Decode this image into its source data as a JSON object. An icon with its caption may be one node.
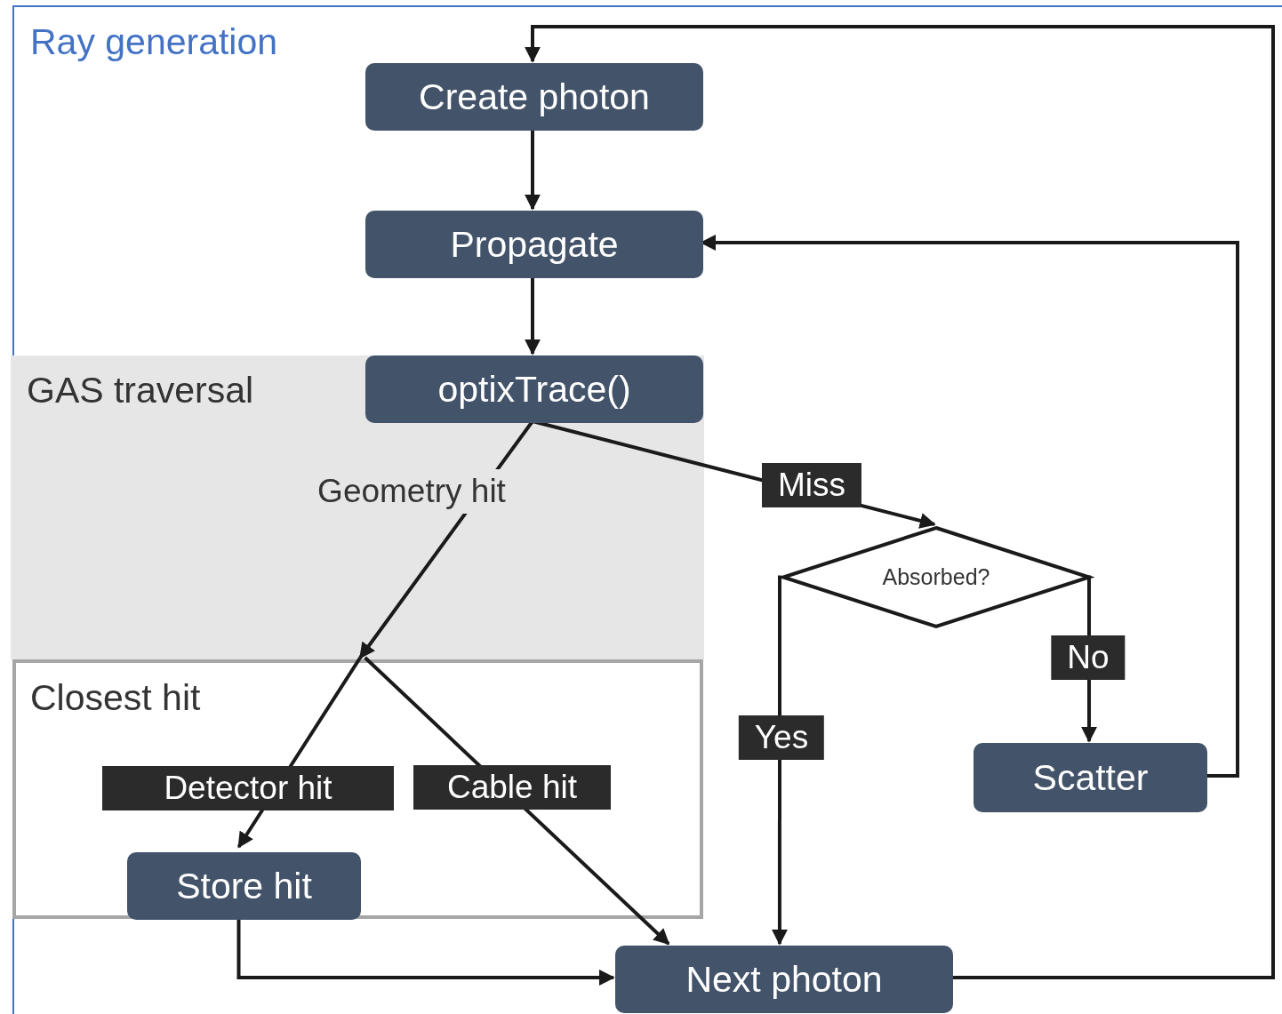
{
  "diagram": {
    "nodes": [
      {
        "text": [
          "Ray generation"
        ]
      },
      {
        "text": [
          "Create photon"
        ],
        "in": 0
      },
      {
        "text": [
          "Propagate"
        ],
        "in": 0
      },
      {
        "text": [
          "GAS traversal"
        ],
        "in": 0
      },
      {
        "text": [
          "optixTrace()"
        ],
        "in": 3
      },
      {
        "text": [
          "Absorbed?"
        ],
        "in": 0
      },
      {
        "text": [
          "Closest hit"
        ],
        "in": 0
      },
      {
        "text": [
          "Store hit"
        ],
        "in": 6
      },
      {
        "text": [
          "Scatter"
        ],
        "in": 0
      },
      {
        "text": [
          "Next photon"
        ],
        "in": 0
      }
    ],
    "edges": [
      {
        "from": 1,
        "to": 2,
        "arrow": "to"
      },
      {
        "from": 2,
        "to": 4,
        "arrow": "to"
      },
      {
        "from": 4,
        "to": 6,
        "arrow": "to",
        "label": "Geometry hit"
      },
      {
        "from": 4,
        "to": 5,
        "arrow": "to",
        "label": "Miss"
      },
      {
        "from": 6,
        "to": 7,
        "arrow": "to",
        "label": "Detector  hit"
      },
      {
        "from": 6,
        "to": 9,
        "arrow": "to",
        "label": "Cable hit"
      },
      {
        "from": 5,
        "to": 9,
        "arrow": "to",
        "label": "Yes"
      },
      {
        "from": 5,
        "to": 8,
        "arrow": "to",
        "label": "No"
      },
      {
        "from": 8,
        "to": 2,
        "arrow": "to"
      },
      {
        "from": 7,
        "to": 9,
        "arrow": "to"
      },
      {
        "from": 9,
        "to": 1,
        "arrow": "to"
      }
    ]
  }
}
